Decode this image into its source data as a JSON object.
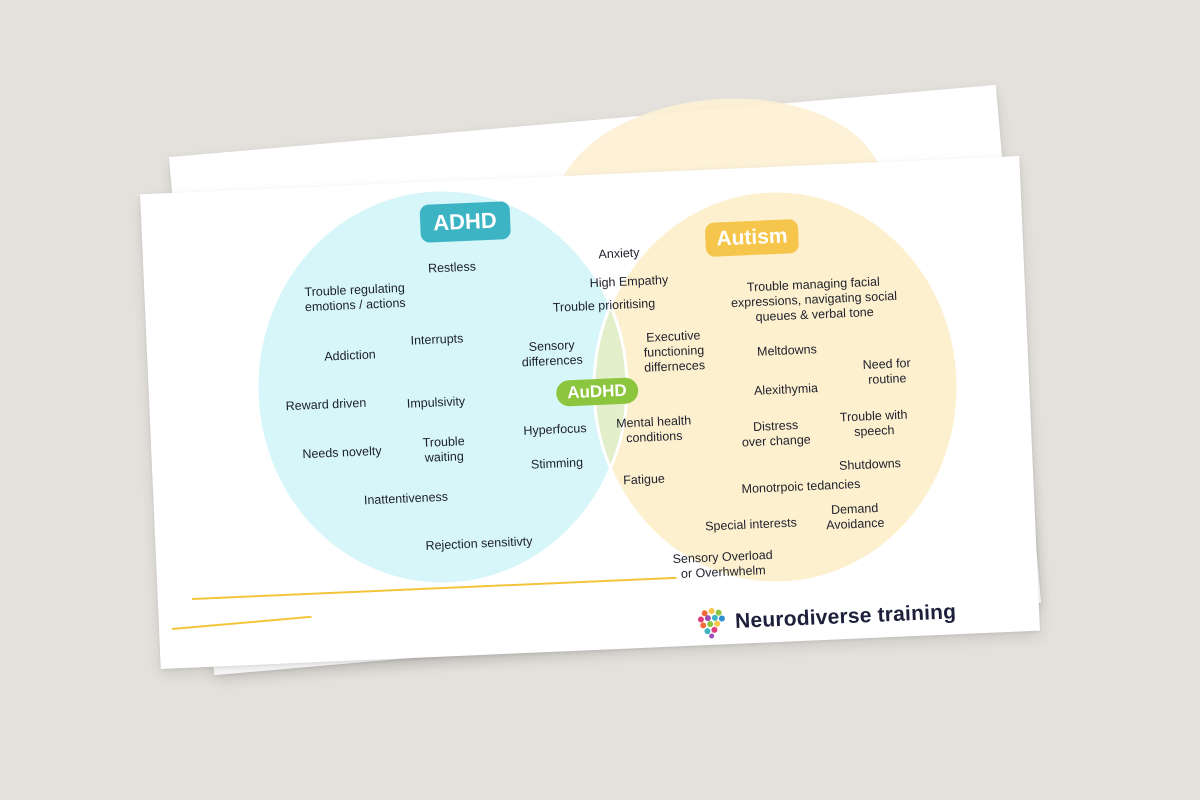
{
  "diagram": {
    "adhd": {
      "title": "ADHD",
      "items": [
        "Restless",
        "Trouble regulating\nemotions / actions",
        "Interrupts",
        "Addiction",
        "Reward driven",
        "Impulsivity",
        "Needs novelty",
        "Trouble\nwaiting",
        "Inattentiveness",
        "Rejection sensitivty"
      ]
    },
    "audhd": {
      "title": "AuDHD",
      "items": [
        "Anxiety",
        "High Empathy",
        "Trouble prioritising",
        "Sensory\ndifferences",
        "Executive\nfunctioning\ndifferneces",
        "Hyperfocus",
        "Mental health\nconditions",
        "Stimming",
        "Fatigue"
      ]
    },
    "autism": {
      "title": "Autism",
      "items": [
        "Trouble managing facial\nexpressions, navigating social\nqueues & verbal tone",
        "Meltdowns",
        "Need for\nroutine",
        "Alexithymia",
        "Distress\nover change",
        "Trouble with\nspeech",
        "Shutdowns",
        "Monotrpoic tedancies",
        "Special interests",
        "Demand\nAvoidance",
        "Sensory Overload\nor Overhwhelm"
      ]
    }
  },
  "colors": {
    "adhd_fill": "#d6f6f9",
    "autism_fill": "#fdf0cf",
    "overlap_fill": "#e3eecb",
    "adhd_accent": "#3cb4c4",
    "autism_accent": "#f6c54c",
    "audhd_accent": "#8cc63f"
  },
  "brand": {
    "name": "Neurodiverse training",
    "logo_icon": "brain-dots-logo"
  }
}
